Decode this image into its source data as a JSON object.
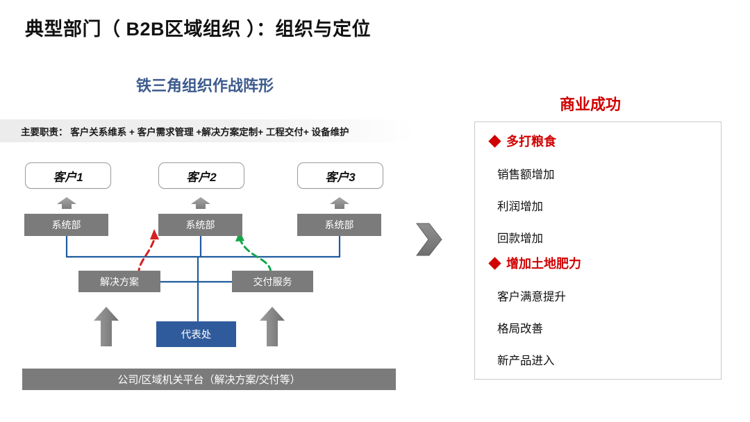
{
  "slide": {
    "title": "典型部门（ B2B区域组织 ）：组织与定位"
  },
  "left_panel": {
    "subtitle": "铁三角组织作战阵形",
    "responsibilities": "主要职责： 客户关系维系 + 客户需求管理 +解决方案定制+ 工程交付+ 设备维护",
    "customers": [
      {
        "label": "客户1"
      },
      {
        "label": "客户2"
      },
      {
        "label": "客户3"
      }
    ],
    "system_units": [
      {
        "label": "系统部"
      },
      {
        "label": "系统部"
      },
      {
        "label": "系统部"
      }
    ],
    "solution_box": "解决方案",
    "delivery_box": "交付服务",
    "office_box": "代表处",
    "platform_bar": "公司/区域机关平台（解决方案/交付等）",
    "colors": {
      "subtitle": "#3C5A8C",
      "gray_box": "#7B7B7B",
      "office_blue": "#2F5B9C",
      "connector_blue": "#1F5C9E",
      "dashed_red": "#D32020",
      "dashed_green": "#13A64A"
    }
  },
  "right_panel": {
    "title": "商业成功",
    "title_color": "#D00000",
    "groups": [
      {
        "heading": "多打粮食",
        "items": [
          "销售额增加",
          "利润增加",
          "回款增加"
        ]
      },
      {
        "heading": "增加土地肥力",
        "items": [
          "客户满意提升",
          "格局改善",
          "新产品进入"
        ]
      }
    ]
  }
}
